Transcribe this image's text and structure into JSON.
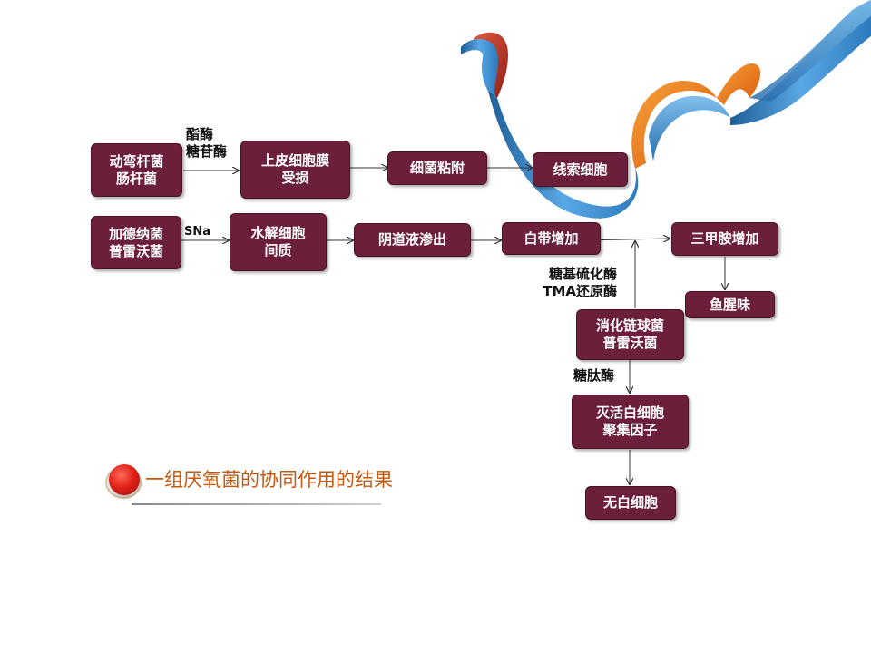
{
  "colors": {
    "box_fill": "#6b1f3b",
    "box_text": "#ffffff",
    "summary_text": "#c55a11",
    "ribbon_blue": "#3b8fd6",
    "ribbon_orange": "#f07a1a",
    "bullet": "#e2231a"
  },
  "nodes": {
    "n1": "动弯杆菌\n肠杆菌",
    "n2": "上皮细胞膜\n受损",
    "n3": "细菌粘附",
    "n4": "线索细胞",
    "n5": "加德纳菌\n普雷沃菌",
    "n6": "水解细胞\n间质",
    "n7": "阴道液渗出",
    "n8": "白带增加",
    "n9": "三甲胺增加",
    "n10": "鱼腥味",
    "n11": "消化链球菌\n普雷沃菌",
    "n12": "灭活白细胞\n聚集因子",
    "n13": "无白细胞"
  },
  "edge_labels": {
    "enzymes_top": "酯酶\n糖苷酶",
    "sna": "SNa",
    "enzymes_mid": "糖基硫化酶\nTMA还原酶",
    "peptidase": "糖肽酶"
  },
  "summary": "一组厌氧菌的协同作用的结果",
  "icons": {
    "decoration": "ribbon-decoration",
    "bullet": "red-bullet-icon"
  }
}
